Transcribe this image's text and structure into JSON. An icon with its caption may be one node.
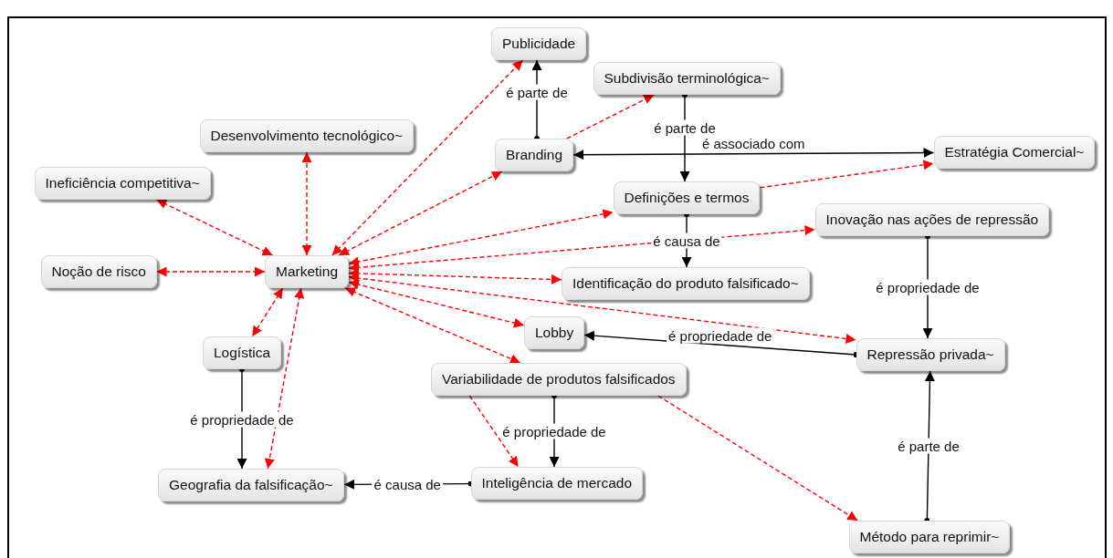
{
  "diagram": {
    "nodes": [
      {
        "text": [
          "Publicidade"
        ]
      },
      {
        "text": [
          "Subdivisão terminológica~"
        ]
      },
      {
        "text": [
          "Desenvolvimento tecnológico~"
        ]
      },
      {
        "text": [
          "Branding"
        ]
      },
      {
        "text": [
          "Estratégia Comercial~"
        ]
      },
      {
        "text": [
          "Ineficiência competitiva~"
        ]
      },
      {
        "text": [
          "Definições e termos"
        ]
      },
      {
        "text": [
          "Inovação nas ações de repressão"
        ]
      },
      {
        "text": [
          "Noção de risco"
        ]
      },
      {
        "text": [
          "Marketing"
        ]
      },
      {
        "text": [
          "Identificação do produto falsificado~"
        ]
      },
      {
        "text": [
          "Lobby"
        ]
      },
      {
        "text": [
          "Logística"
        ]
      },
      {
        "text": [
          "Repressão privada~"
        ]
      },
      {
        "text": [
          "Variabilidade de produtos falsificados"
        ]
      },
      {
        "text": [
          "Geografia da falsificação~"
        ]
      },
      {
        "text": [
          "Inteligência de mercado"
        ]
      },
      {
        "text": [
          "Método para reprimir~"
        ]
      }
    ],
    "edges": [
      {
        "from": 9,
        "to": 0,
        "arrow": "both",
        "style": "dashed"
      },
      {
        "from": 9,
        "to": 2,
        "arrow": "both",
        "style": "dashed"
      },
      {
        "from": 9,
        "to": 5,
        "arrow": "both",
        "style": "dashed"
      },
      {
        "from": 9,
        "to": 8,
        "arrow": "both",
        "style": "dashed"
      },
      {
        "from": 9,
        "to": 3,
        "arrow": "both",
        "style": "dashed"
      },
      {
        "from": 9,
        "to": 6,
        "arrow": "both",
        "style": "dashed"
      },
      {
        "from": 9,
        "to": 7,
        "arrow": "both",
        "style": "dashed"
      },
      {
        "from": 9,
        "to": 10,
        "arrow": "both",
        "style": "dashed"
      },
      {
        "from": 9,
        "to": 11,
        "arrow": "both",
        "style": "dashed"
      },
      {
        "from": 9,
        "to": 13,
        "arrow": "both",
        "style": "dashed"
      },
      {
        "from": 9,
        "to": 14,
        "arrow": "both",
        "style": "dashed"
      },
      {
        "from": 9,
        "to": 12,
        "arrow": "both",
        "style": "dashed"
      },
      {
        "from": 9,
        "to": 15,
        "arrow": "both",
        "style": "dashed"
      },
      {
        "from": 3,
        "to": 1,
        "arrow": "to",
        "style": "dashed"
      },
      {
        "from": 6,
        "to": 4,
        "arrow": "to",
        "style": "dashed"
      },
      {
        "from": 14,
        "to": 16,
        "arrow": "to",
        "style": "dashed"
      },
      {
        "from": 14,
        "to": 17,
        "arrow": "to",
        "style": "dashed"
      },
      {
        "from": 3,
        "to": 0,
        "arrow": "to",
        "label": "é parte de",
        "color": "#000000"
      },
      {
        "from": 1,
        "to": 6,
        "arrow": "to",
        "label": "é parte de",
        "color": "#000000"
      },
      {
        "from": 3,
        "to": 4,
        "arrow": "both",
        "label": "é associado com",
        "color": "#000000"
      },
      {
        "from": 6,
        "to": 10,
        "arrow": "to",
        "label": "é causa de",
        "color": "#000000"
      },
      {
        "from": 7,
        "to": 13,
        "arrow": "to",
        "label": "é propriedade de",
        "color": "#000000"
      },
      {
        "from": 13,
        "to": 11,
        "arrow": "to",
        "label": "é propriedade de",
        "color": "#000000"
      },
      {
        "from": 12,
        "to": 15,
        "arrow": "to",
        "label": "é propriedade de",
        "color": "#000000"
      },
      {
        "from": 14,
        "to": 16,
        "arrow": "to",
        "label": "é propriedade de",
        "color": "#000000"
      },
      {
        "from": 16,
        "to": 15,
        "arrow": "to",
        "label": "é causa de",
        "color": "#000000"
      },
      {
        "from": 17,
        "to": 13,
        "arrow": "to",
        "label": "é parte de",
        "color": "#000000"
      }
    ]
  }
}
